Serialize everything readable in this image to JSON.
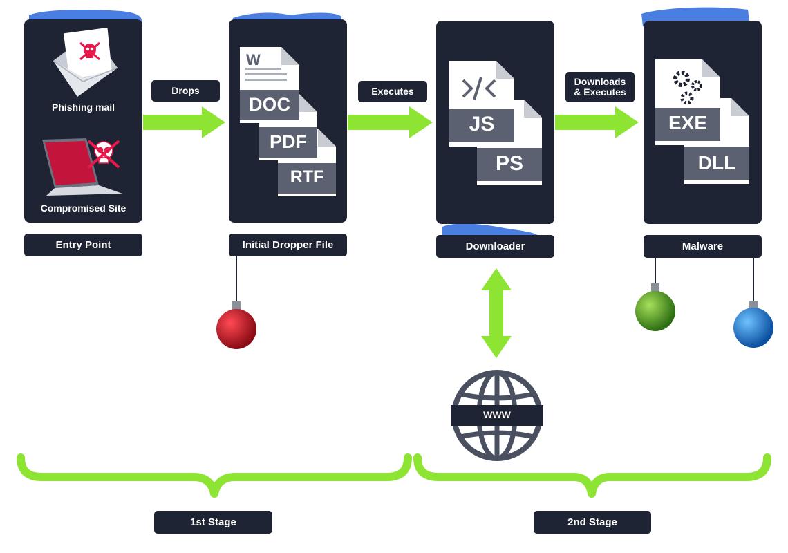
{
  "stages": {
    "entry": {
      "label": "Entry Point",
      "items": [
        "Phishing mail",
        "Compromised Site"
      ]
    },
    "dropper": {
      "label": "Initial Dropper File",
      "files": [
        "DOC",
        "PDF",
        "RTF"
      ]
    },
    "downloader": {
      "label": "Downloader",
      "files": [
        "JS",
        "PS"
      ]
    },
    "malware": {
      "label": "Malware",
      "files": [
        "EXE",
        "DLL"
      ]
    }
  },
  "arrows": {
    "drops": "Drops",
    "executes": "Executes",
    "downloads_line1": "Downloads",
    "downloads_line2": "& Executes"
  },
  "internet": {
    "label": "WWW"
  },
  "phases": {
    "first": "1st Stage",
    "second": "2nd Stage"
  },
  "colors": {
    "panel": "#1e2433",
    "arrow": "#8ee433",
    "snow": "#4a7ee0",
    "ornament_red": "#c5121f",
    "ornament_green": "#5aa522",
    "ornament_blue": "#1f86e0",
    "skull": "#e8184a"
  }
}
